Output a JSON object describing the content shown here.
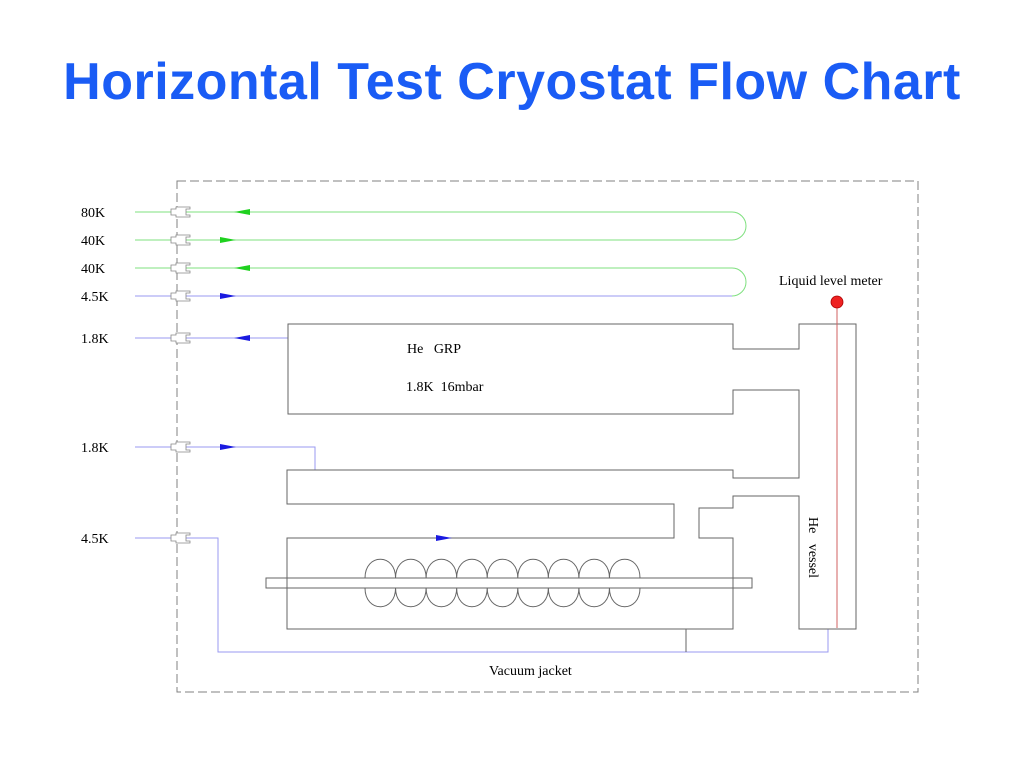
{
  "title": "Horizontal Test Cryostat Flow Chart",
  "colors": {
    "title": "#1a5cf5",
    "green_line": "#7fe07f",
    "green_arrow": "#1fd11f",
    "blue_line": "#9a9af0",
    "blue_arrow": "#1a1ae0",
    "vessel_line": "#666666",
    "frame": "#808080",
    "meter": "#ee2222",
    "meter_line": "#d06060"
  },
  "inlets": [
    {
      "label": "80K",
      "color": "green",
      "flow": "outgoing"
    },
    {
      "label": "40K",
      "color": "green",
      "flow": "incoming"
    },
    {
      "label": "40K",
      "color": "green",
      "flow": "outgoing"
    },
    {
      "label": "4.5K",
      "color": "blue",
      "flow": "incoming"
    },
    {
      "label": "1.8K",
      "color": "blue",
      "flow": "outgoing"
    },
    {
      "label": "1.8K",
      "color": "blue",
      "flow": "incoming"
    },
    {
      "label": "4.5K",
      "color": "blue",
      "flow": "incoming"
    }
  ],
  "labels": {
    "he_grp": "He   GRP",
    "grp_condition": "1.8K  16mbar",
    "liquid_level_meter": "Liquid level meter",
    "he_vessel": "He   vessel",
    "vacuum_jacket": "Vacuum jacket"
  },
  "cavity": {
    "cells": 9
  }
}
